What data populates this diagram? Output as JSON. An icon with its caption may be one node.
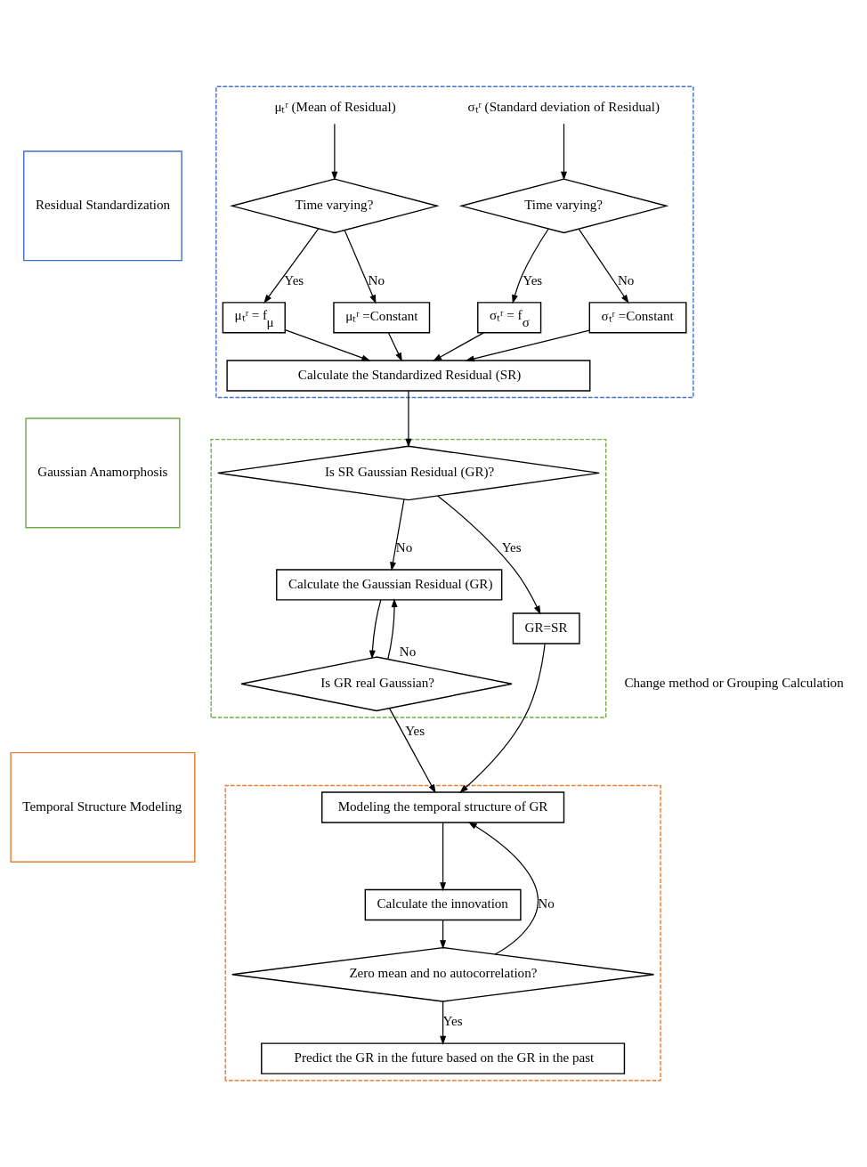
{
  "diagram": {
    "nodes": [
      {
        "text": [
          "Residual Standardization"
        ]
      },
      {
        "text": [],
        "shape": "box"
      },
      {
        "text": [
          "μₜʳ (Mean of Residual)"
        ],
        "in": 1
      },
      {
        "text": [
          "σₜʳ (Standard deviation of Residual)"
        ],
        "in": 1
      },
      {
        "text": [
          "Time varying?"
        ],
        "in": 1
      },
      {
        "text": [
          "Time varying?"
        ],
        "in": 1
      },
      {
        "text": [
          "μₜʳ = f$_{μ}$"
        ],
        "in": 1
      },
      {
        "text": [
          "μₜʳ =Constant"
        ],
        "in": 1
      },
      {
        "text": [
          "σₜʳ = f$_{σ}$"
        ],
        "in": 1
      },
      {
        "text": [
          "σₜʳ =Constant"
        ],
        "in": 1
      },
      {
        "text": [
          "Calculate the Standardized Residual (SR)"
        ],
        "in": 1
      },
      {
        "text": [
          "Gaussian Anamorphosis"
        ]
      },
      {
        "text": [],
        "shape": "box"
      },
      {
        "text": [
          "Is SR Gaussian Residual (GR)?"
        ],
        "in": 12
      },
      {
        "text": [
          "Calculate the Gaussian Residual (GR)"
        ],
        "in": 12
      },
      {
        "text": [
          "GR=SR"
        ],
        "in": 12
      },
      {
        "text": [
          "Is GR real Gaussian?"
        ],
        "in": 12
      },
      {
        "text": [
          "Temporal Structure Modeling"
        ]
      },
      {
        "text": [],
        "shape": "box"
      },
      {
        "text": [
          "Modeling the temporal structure of GR"
        ],
        "in": 18
      },
      {
        "text": [
          "Calculate the innovation"
        ],
        "in": 18
      },
      {
        "text": [
          "Zero mean and no autocorrelation?"
        ],
        "in": 18
      },
      {
        "text": [
          "Predict the GR in the future based on the GR in the past"
        ],
        "in": 18
      }
    ],
    "edges": [
      {
        "from": 2,
        "to": 4,
        "arrow": "to"
      },
      {
        "from": 3,
        "to": 5,
        "arrow": "to"
      },
      {
        "from": 4,
        "to": 6,
        "arrow": "to",
        "label": "Yes"
      },
      {
        "from": 4,
        "to": 7,
        "arrow": "to",
        "label": "No"
      },
      {
        "from": 5,
        "to": 8,
        "arrow": "to",
        "label": "Yes"
      },
      {
        "from": 5,
        "to": 9,
        "arrow": "to",
        "label": "No"
      },
      {
        "from": 6,
        "to": 10,
        "arrow": "to"
      },
      {
        "from": 7,
        "to": 10,
        "arrow": "to"
      },
      {
        "from": 8,
        "to": 10,
        "arrow": "to"
      },
      {
        "from": 9,
        "to": 10,
        "arrow": "to"
      },
      {
        "from": 10,
        "to": 13,
        "arrow": "to"
      },
      {
        "from": 13,
        "to": 14,
        "arrow": "to",
        "label": "No"
      },
      {
        "from": 13,
        "to": 15,
        "arrow": "to",
        "label": "Yes"
      },
      {
        "from": 14,
        "to": 16,
        "arrow": "to"
      },
      {
        "from": 16,
        "to": 14,
        "arrow": "to",
        "label": "No"
      },
      {
        "from": 15,
        "to": 19,
        "arrow": "to"
      },
      {
        "from": 16,
        "to": 19,
        "arrow": "to",
        "label": "Yes"
      },
      {
        "from": 19,
        "to": 20,
        "arrow": "to"
      },
      {
        "from": 20,
        "to": 21,
        "arrow": "to"
      },
      {
        "from": 21,
        "to": 19,
        "arrow": "to",
        "label": "No"
      },
      {
        "from": 21,
        "to": 22,
        "arrow": "to",
        "label": "Yes"
      }
    ],
    "labels": [
      "Change method or Grouping Calculation"
    ]
  }
}
